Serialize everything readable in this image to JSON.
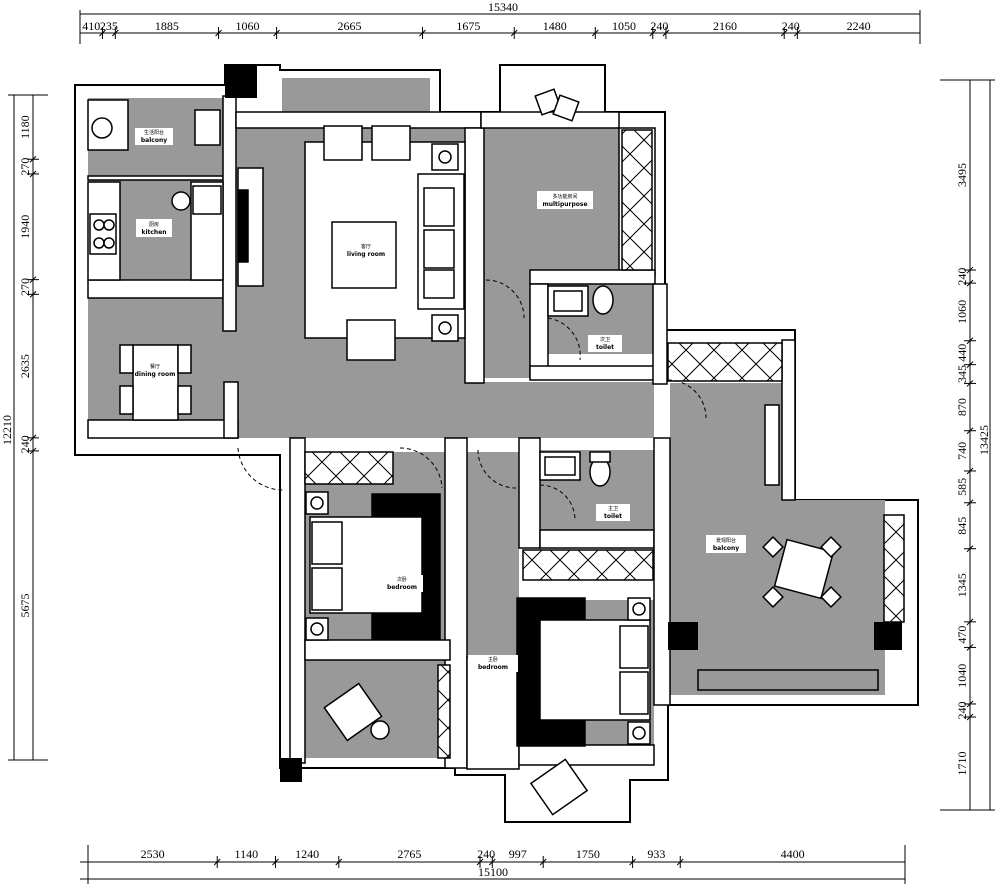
{
  "dimensions": {
    "top_overall": "15340",
    "top": [
      "410",
      "235",
      "1885",
      "1060",
      "2665",
      "1675",
      "1480",
      "1050",
      "240",
      "2160",
      "240",
      "2240"
    ],
    "bottom_overall": "15100",
    "bottom": [
      "2530",
      "1140",
      "1240",
      "2765",
      "240",
      "997",
      "1750",
      "933",
      "4400"
    ],
    "left_overall": "12210",
    "left": [
      "1180",
      "270",
      "1940",
      "270",
      "2635",
      "240",
      "5675"
    ],
    "right_overall": "13425",
    "right": [
      "3495",
      "240",
      "1060",
      "440",
      "345",
      "870",
      "740",
      "585",
      "845",
      "1345",
      "470",
      "1040",
      "240",
      "1710"
    ]
  },
  "rooms": {
    "service_balcony": {
      "cn": "生活阳台",
      "en": "balcony"
    },
    "kitchen": {
      "cn": "厨房",
      "en": "kitchen"
    },
    "living_room": {
      "cn": "客厅",
      "en": "living room"
    },
    "multipurpose": {
      "cn": "多功能房间",
      "en": "multipurpose"
    },
    "guest_toilet": {
      "cn": "次卫",
      "en": "toilet"
    },
    "dining_room": {
      "cn": "餐厅",
      "en": "dining room"
    },
    "master_toilet": {
      "cn": "主卫",
      "en": "toilet"
    },
    "second_bedroom": {
      "cn": "次卧",
      "en": "bedroom"
    },
    "master_bedroom": {
      "cn": "主卧",
      "en": "bedroom"
    },
    "view_balcony": {
      "cn": "景观阳台",
      "en": "balcony"
    }
  },
  "colors": {
    "floor": "#999999",
    "wall": "#ffffff",
    "line": "#000000",
    "furniture": "#ffffff"
  }
}
